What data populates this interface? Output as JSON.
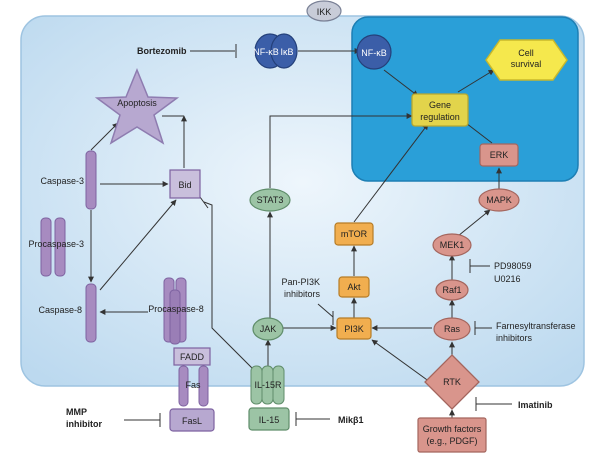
{
  "nodes": {
    "apoptosis": "Apoptosis",
    "caspase3": "Caspase-3",
    "procaspase3": "Procaspase-3",
    "caspase8": "Caspase-8",
    "procaspase8": "Procaspase-8",
    "bid": "Bid",
    "fadd": "FADD",
    "fas": "Fas",
    "fasl": "FasL",
    "mmp_inhibitor_line1": "MMP",
    "mmp_inhibitor_line2": "inhibitor",
    "bortezomib": "Bortezomib",
    "nfkb_cyto": "NF-κB",
    "ikb": "IκB",
    "ikk": "IKK",
    "nfkb_nuc": "NF-κB",
    "cell_survival_line1": "Cell",
    "cell_survival_line2": "survival",
    "gene_regulation_line1": "Gene",
    "gene_regulation_line2": "regulation",
    "erk": "ERK",
    "mapk": "MAPK",
    "mek1": "MEK1",
    "raf1": "Raf1",
    "ras": "Ras",
    "pd98059": "PD98059",
    "u0216": "U0216",
    "farnesyl_line1": "Farnesyltransferase",
    "farnesyl_line2": "inhibitors",
    "stat3": "STAT3",
    "mtor": "mTOR",
    "akt": "Akt",
    "pi3k": "PI3K",
    "pan_pi3k_line1": "Pan-PI3K",
    "pan_pi3k_line2": "inhibitors",
    "jak": "JAK",
    "il15r": "IL-15R",
    "il15": "IL-15",
    "mikb1": "Mikβ1",
    "rtk": "RTK",
    "imatinib": "Imatinib",
    "growth_factors_line1": "Growth factors",
    "growth_factors_line2": "(e.g., PDGF)"
  },
  "colors": {
    "cell": "#d6e9f7",
    "nucleus": "#2a9fd8",
    "caspase": "#a78bc0",
    "bid_fill": "#c9bfdc",
    "yellow": "#e2d44b",
    "orange": "#f1ae4f",
    "salmon": "#d9958c",
    "green": "#9cc4a5",
    "navy": "#3b5ea8"
  }
}
